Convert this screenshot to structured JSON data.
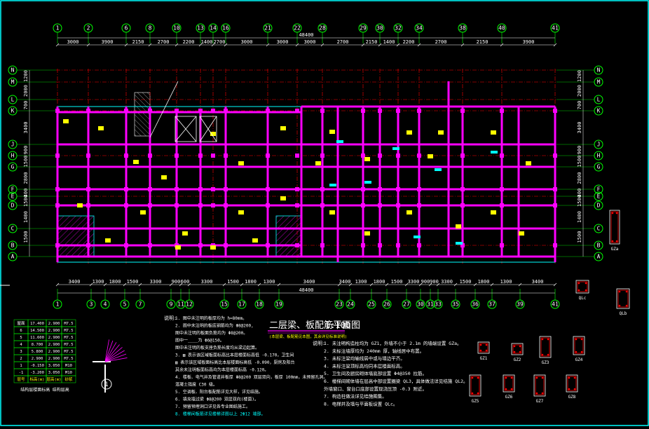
{
  "axes_top": [
    "1",
    "2",
    "6",
    "8",
    "10",
    "13",
    "14",
    "16",
    "21",
    "22",
    "28",
    "29",
    "30",
    "32",
    "34",
    "38",
    "40",
    "41"
  ],
  "axes_bottom": [
    "1",
    "3",
    "4",
    "5",
    "7",
    "9",
    "11",
    "12",
    "15",
    "17",
    "18",
    "19",
    "23",
    "24",
    "25",
    "26",
    "27",
    "30",
    "31",
    "33",
    "35",
    "36",
    "37",
    "39",
    "41"
  ],
  "axes_rows": [
    "N",
    "M",
    "L",
    "K",
    "J",
    "H",
    "G",
    "F",
    "E",
    "D",
    "C",
    "B",
    "A"
  ],
  "top_overall": "48400",
  "top_dims": [
    "3000",
    "3900",
    "2150",
    "2700",
    "2200",
    "1400",
    "2700",
    "3000",
    "3000",
    "3000",
    "2700",
    "2150",
    "1400",
    "2200",
    "2700",
    "2150",
    "3900",
    "3000"
  ],
  "bottom_overall": "48400",
  "bottom_dims": [
    "3400",
    "1300",
    "1800",
    "1500",
    "3300",
    "900",
    "600",
    "3300",
    "1500",
    "1800",
    "1300",
    "3400",
    "3400",
    "1300",
    "1800",
    "1500",
    "3300",
    "900",
    "900",
    "3300",
    "1500",
    "1800",
    "1300",
    "3400"
  ],
  "left_dims": [
    "1200",
    "2000",
    "700",
    "3400",
    "900",
    "1500",
    "2800",
    "400",
    "1500",
    "1400",
    "1500"
  ],
  "right_dims": [
    "1200",
    "2000",
    "700",
    "3400",
    "900",
    "1500",
    "2800",
    "400",
    "1500",
    "1400",
    "1500"
  ],
  "plan_title": "二层梁、板配筋平面图",
  "plan_scale": "1:100",
  "plan_subtitle": "(本层梁、板配筋见本图，其余详见标准说明)",
  "notes_left_label": "说明:",
  "notes_left": [
    "1. 图中未注明的板厚均为 h=80mm。",
    "2. 图中未注明的板底钢筋均为 Φ8@200,",
    "   图中未注明的板面负筋均为 Φ8@200。",
    "   图中一____为 Φ6@150。",
    "   图中未注明的板支座负筋长度均从梁边起算。",
    "3. ▨ 表示该区域板面标高比本层楼面标高低 -0.170，卫生间",
    "   ▨ 表示该区域板面标高比本层楼面标高低 -0.090，厨房及阳台",
    "   其余未注明板面标高均为本层楼面标高 -0.120。",
    "4. 楼板、电气井及管道井板厚 Φ8@200 双层双向，板厚 100mm，未预留孔洞。",
    "   混凝土强度 C30 级。",
    "5. 空调板、阳台板配筋详见大样，详见结施。",
    "6. 填充墙过梁 Φ8@200 双层双向(楼面)。",
    "7. 预留预埋洞口详见各专业图纸施工。",
    "8. 楼梯间板筋详见楼梯详图以上 2Φ12 端部。"
  ],
  "notes_right_label": "说明:",
  "notes_right": [
    "1. 未注明构造柱均为 GZ1，外墙不小于 2.1m 的墙端设置 GZa。",
    "2. 未标注墙厚均为 240mm 厚，轴线居中布置。",
    "3. 未标注梁均轴线居中或与墙边平齐。",
    "4. 未标注梁顶标高均同本层楼面标高。",
    "5. 卫生间及厨房砌体墙底部设置 Φ4@350 拉筋。",
    "6. 楼梯间砌体墙在层高中部设置圈梁 QL3，具体做法详见结施 QL2。",
    "   外墙窗口、窗台口底部设置现浇压顶 -0.3 附近。",
    "7. 构造柱做法详见结施图集。",
    "8. 电梯井及墙与平面板设置 QLc。"
  ],
  "level_table": {
    "headers": [
      "层号",
      "标高(m)",
      "层高(m)",
      "砂浆"
    ],
    "rows": [
      [
        "屋面",
        "17.400",
        "2.900",
        "M7.5"
      ],
      [
        "6",
        "14.500",
        "2.900",
        "M7.5"
      ],
      [
        "5",
        "11.600",
        "2.900",
        "M7.5"
      ],
      [
        "4",
        "8.700",
        "2.900",
        "M7.5"
      ],
      [
        "3",
        "5.800",
        "2.900",
        "M7.5"
      ],
      [
        "2",
        "2.900",
        "2.900",
        "M7.5"
      ],
      [
        "1",
        "-0.150",
        "3.050",
        "M10"
      ],
      [
        "-1",
        "-3.200",
        "3.050",
        "M10"
      ]
    ],
    "caption": "结构层楼面标高  结构层高"
  },
  "detail_marker": "1",
  "section_labels": [
    "QLc",
    "QLb",
    "GZa",
    "GZ1",
    "GZ2",
    "GZ3",
    "GZ4",
    "GZ5",
    "GZ6",
    "GZ7",
    "GZ8"
  ],
  "colors": {
    "axis_line": "#ff0000",
    "wall": "#ff00ff",
    "grid": "#00ffff",
    "bubble": "#00ff00",
    "text": "#ffffff",
    "label": "#ffff00"
  }
}
